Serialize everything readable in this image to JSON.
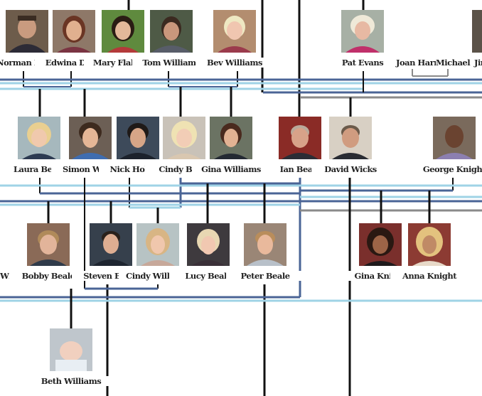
{
  "colors": {
    "line_black": "#111111",
    "line_navy": "#4a6496",
    "line_light_blue": "#9fd3e6",
    "line_gray": "#8a8a8a"
  },
  "people": {
    "norman_dunn": "Norman Dunn",
    "edwina_dunn": "Edwina Dunn",
    "mary_flaherty": "Mary Flaherty",
    "tom_williams": "Tom Williams",
    "bev_williams": "Bev Williams",
    "pat_evans": "Pat Evans",
    "joan_harris": "Joan Harris",
    "michael": "Michael",
    "jim": "Jim",
    "laura_beale": "Laura Beale",
    "simon_wicks": "Simon Wicks",
    "nick_holland": "Nick Holland",
    "cindy_beale": "Cindy Beale",
    "gina_williams": "Gina Williams",
    "ian_beale": "Ian Beale",
    "david_wicks": "David Wicks",
    "george_knight": "George Knight",
    "wicks_cut": "Wicks",
    "bobby_beale": "Bobby Beale",
    "steven_beale": "Steven Beale",
    "cindy_williams": "Cindy Williams",
    "lucy_beale": "Lucy Beale",
    "peter_beale": "Peter Beale",
    "gina_knight": "Gina Knight",
    "anna_knight": "Anna Knight",
    "beth_williams": "Beth Williams"
  }
}
